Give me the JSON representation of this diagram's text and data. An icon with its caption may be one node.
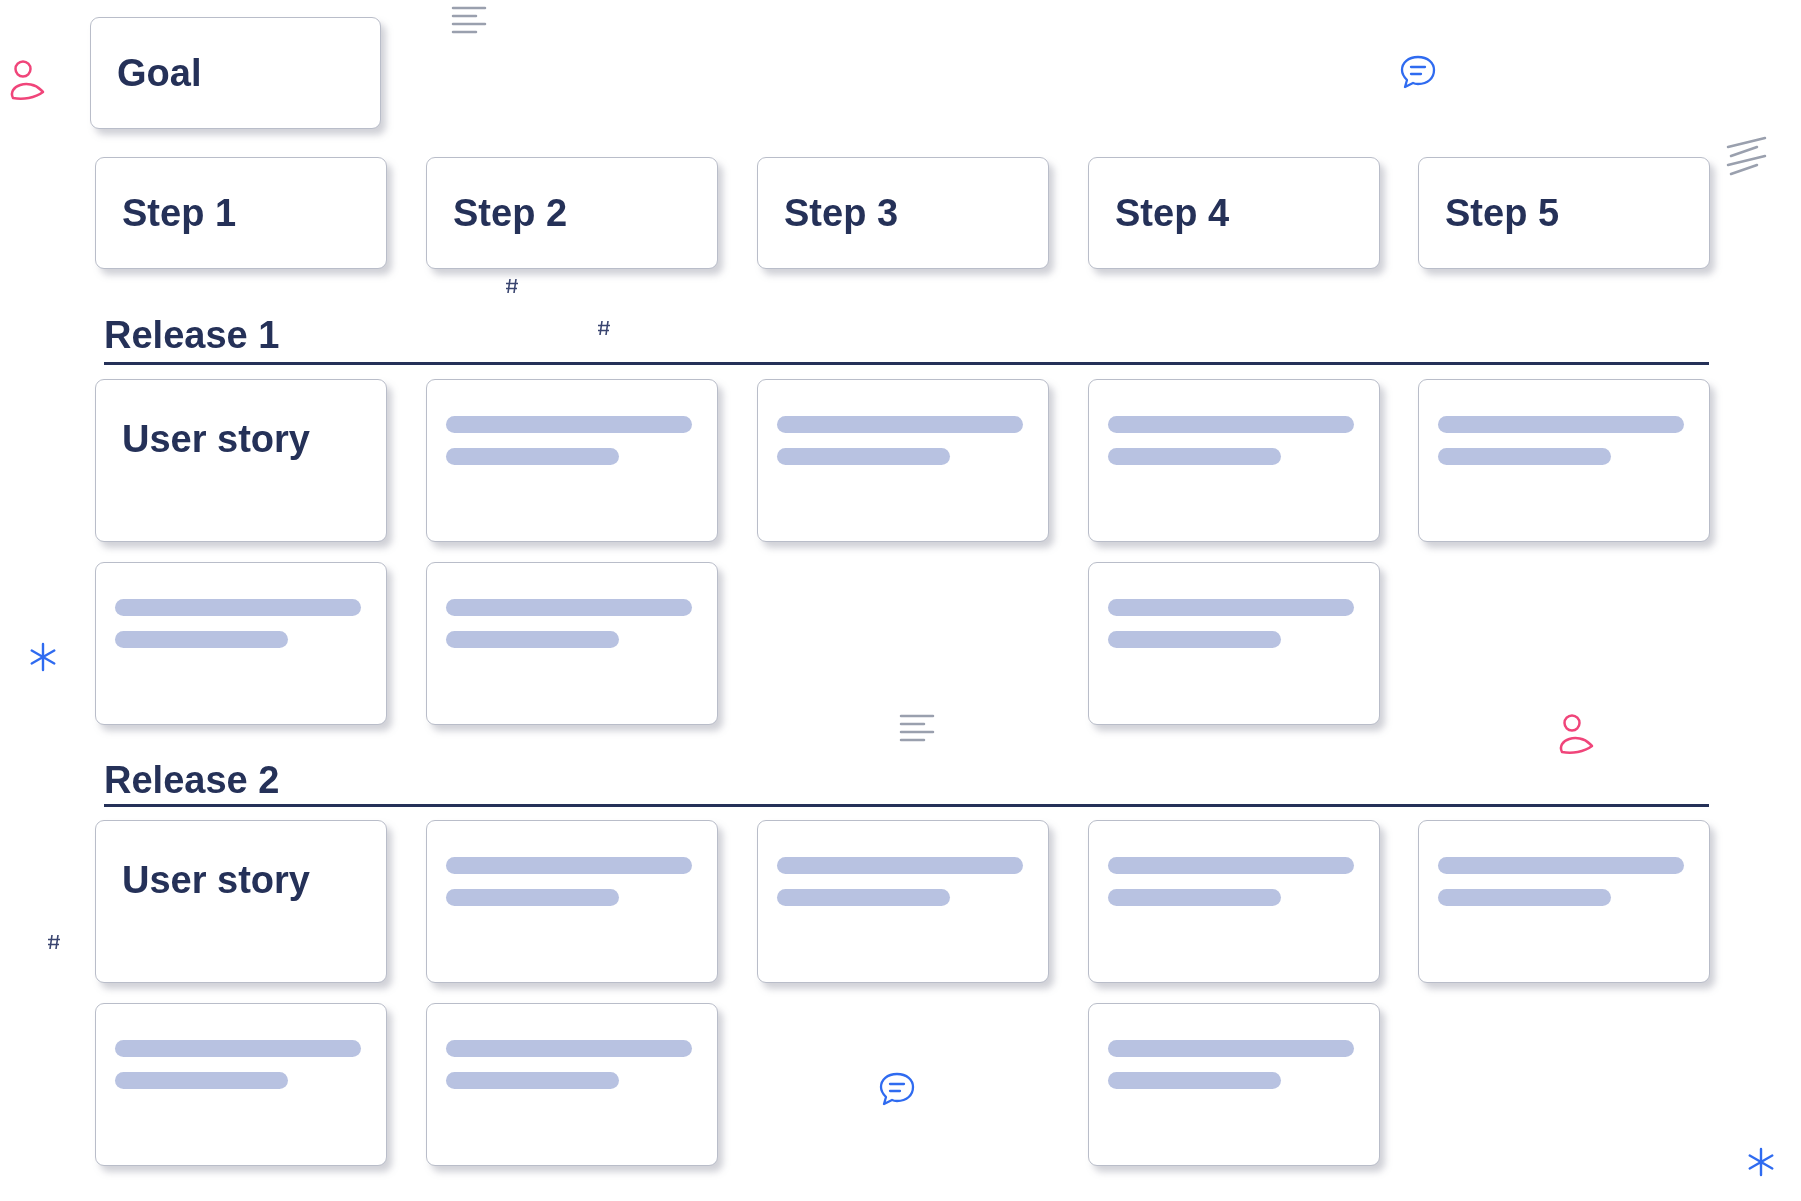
{
  "diagram": {
    "nodes": [
      {
        "text": [
          "Goal"
        ]
      },
      {
        "text": [
          "Step 1"
        ]
      },
      {
        "text": [
          "Step 2"
        ]
      },
      {
        "text": [
          "Step 3"
        ]
      },
      {
        "text": [
          "Step 4"
        ]
      },
      {
        "text": [
          "Step 5"
        ]
      },
      {
        "text": [
          "User story"
        ]
      },
      {
        "text": [],
        "shape": "box"
      },
      {
        "text": [],
        "shape": "box"
      },
      {
        "text": [],
        "shape": "box"
      },
      {
        "text": [],
        "shape": "box"
      },
      {
        "text": [],
        "shape": "box"
      },
      {
        "text": [],
        "shape": "box"
      },
      {
        "text": [],
        "shape": "box"
      },
      {
        "text": [
          "User story"
        ]
      },
      {
        "text": [],
        "shape": "box"
      },
      {
        "text": [],
        "shape": "box"
      },
      {
        "text": [],
        "shape": "box"
      },
      {
        "text": [],
        "shape": "box"
      },
      {
        "text": [],
        "shape": "box"
      },
      {
        "text": [],
        "shape": "box"
      },
      {
        "text": [],
        "shape": "box"
      }
    ],
    "labels": [
      "Release 1",
      "Release 2"
    ]
  }
}
